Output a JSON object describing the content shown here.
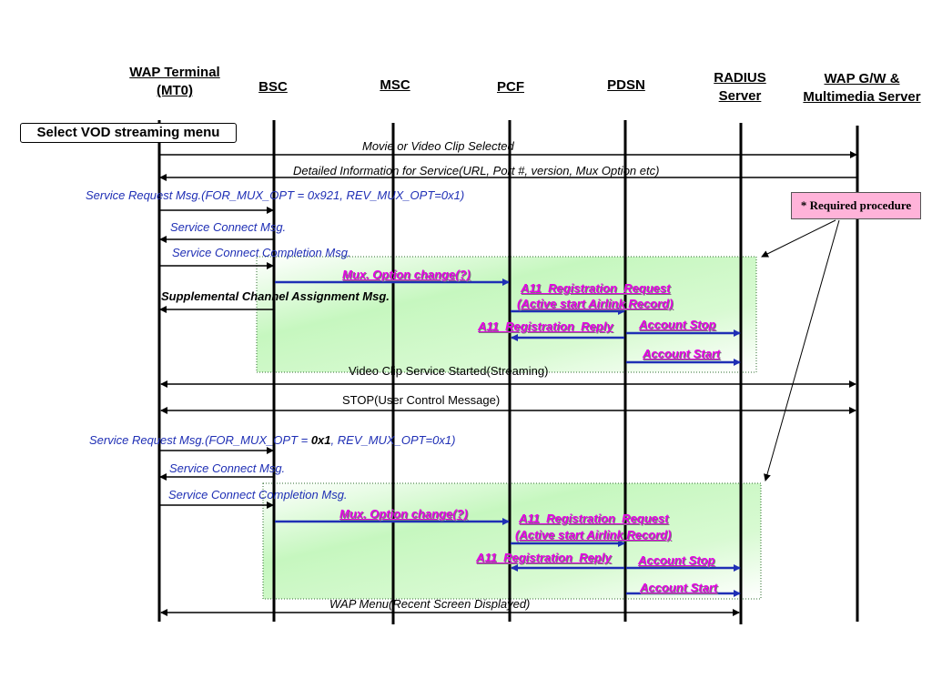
{
  "entities": {
    "wap_terminal": "WAP Terminal (MT0)",
    "bsc": "BSC",
    "msc": "MSC",
    "pcf": "PCF",
    "pdsn": "PDSN",
    "radius": "RADIUS Server",
    "wap_gw": "WAP G/W & Multimedia Server"
  },
  "select_menu": "Select VOD streaming menu",
  "required_note": "* Required procedure",
  "colors": {
    "blue": "#1f2fb5",
    "magenta": "#e600e6",
    "highlight": "#c8f7c0",
    "note_bg": "#ffb3d9"
  },
  "messages": {
    "movie_selected": "Movie or Video Clip Selected",
    "detailed_info": "Detailed Information for Service(URL, Port #, version, Mux Option etc)",
    "svc_req1": "Service Request Msg.(FOR_MUX_OPT = 0x921, REV_MUX_OPT=0x1)",
    "svc_connect1": "Service Connect Msg.",
    "svc_complete1": "Service Connect Completion Msg.",
    "mux_change1": "Mux. Option change(?)",
    "supp_channel": "Supplemental Channel Assignment Msg.",
    "a11_req1": "A11_Registration_Request",
    "a11_req1_sub": "(Active start Airlink Record)",
    "a11_reply1": "A11_Registration_Reply",
    "acct_stop1": "Account Stop",
    "acct_start1": "Account Start",
    "video_started": "Video Clip Service Started(Streaming)",
    "stop_msg": "STOP(User Control Message)",
    "svc_req2_a": "Service Request Msg.(FOR_MUX_OPT = ",
    "svc_req2_b": "0x1",
    "svc_req2_c": ", REV_MUX_OPT=0x1)",
    "svc_connect2": "Service Connect Msg.",
    "svc_complete2": "Service Connect Completion Msg.",
    "mux_change2": "Mux. Option change(?)",
    "a11_req2": "A11_Registration_Request",
    "a11_req2_sub": "(Active start Airlink Record)",
    "a11_reply2": "A11_Registration_Reply",
    "acct_stop2": "Account Stop",
    "acct_start2": "Account Start",
    "wap_menu": "WAP Menu(Recent Screen Displayed)"
  },
  "arrows": [
    {
      "name": "movie-selected-arrow",
      "from": "wap_terminal",
      "to": "wap_gw",
      "color": "black",
      "dir": "right"
    },
    {
      "name": "detailed-info-arrow",
      "from": "wap_gw",
      "to": "wap_terminal",
      "color": "black",
      "dir": "left"
    },
    {
      "name": "svc-req1-arrow",
      "from": "wap_terminal",
      "to": "bsc",
      "color": "black",
      "dir": "right"
    },
    {
      "name": "svc-connect1-arrow",
      "from": "bsc",
      "to": "wap_terminal",
      "color": "black",
      "dir": "left"
    },
    {
      "name": "svc-complete1-arrow",
      "from": "wap_terminal",
      "to": "bsc",
      "color": "black",
      "dir": "right"
    },
    {
      "name": "mux-change1-arrow",
      "from": "bsc",
      "to": "pcf",
      "color": "blue",
      "dir": "right"
    },
    {
      "name": "supp-channel-arrow",
      "from": "bsc",
      "to": "wap_terminal",
      "color": "black",
      "dir": "left"
    },
    {
      "name": "a11-req1-arrow",
      "from": "pcf",
      "to": "pdsn",
      "color": "blue",
      "dir": "right"
    },
    {
      "name": "a11-reply1-arrow",
      "from": "pdsn",
      "to": "pcf",
      "color": "blue",
      "dir": "left"
    },
    {
      "name": "acct-stop1-arrow",
      "from": "pdsn",
      "to": "radius",
      "color": "blue",
      "dir": "right"
    },
    {
      "name": "acct-start1-arrow",
      "from": "pdsn",
      "to": "radius",
      "color": "blue",
      "dir": "right"
    },
    {
      "name": "video-started-arrow",
      "from": "wap_terminal",
      "to": "wap_gw",
      "color": "black",
      "dir": "both"
    },
    {
      "name": "stop-msg-arrow",
      "from": "wap_terminal",
      "to": "wap_gw",
      "color": "black",
      "dir": "both"
    },
    {
      "name": "svc-req2-arrow",
      "from": "wap_terminal",
      "to": "bsc",
      "color": "black",
      "dir": "right"
    },
    {
      "name": "svc-connect2-arrow",
      "from": "bsc",
      "to": "wap_terminal",
      "color": "black",
      "dir": "left"
    },
    {
      "name": "svc-complete2-arrow",
      "from": "wap_terminal",
      "to": "bsc",
      "color": "black",
      "dir": "right"
    },
    {
      "name": "mux-change2-arrow",
      "from": "bsc",
      "to": "pcf",
      "color": "blue",
      "dir": "right"
    },
    {
      "name": "a11-req2-arrow",
      "from": "pcf",
      "to": "pdsn",
      "color": "blue",
      "dir": "right"
    },
    {
      "name": "a11-reply2-arrow",
      "from": "pdsn",
      "to": "pcf",
      "color": "blue",
      "dir": "left"
    },
    {
      "name": "acct-stop2-arrow",
      "from": "pdsn",
      "to": "radius",
      "color": "blue",
      "dir": "right"
    },
    {
      "name": "acct-start2-arrow",
      "from": "pdsn",
      "to": "radius",
      "color": "blue",
      "dir": "right"
    },
    {
      "name": "wap-menu-arrow",
      "from": "wap_terminal",
      "to": "radius",
      "color": "black",
      "dir": "both"
    }
  ]
}
